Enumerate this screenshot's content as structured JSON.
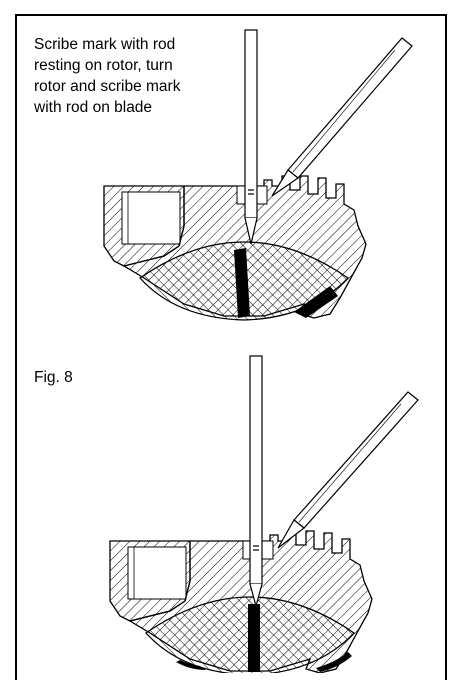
{
  "caption": {
    "line1": "Scribe mark with rod",
    "line2": "resting on rotor, turn",
    "line3": "rotor and scribe mark",
    "line4": "with rod on blade"
  },
  "figure": {
    "label": "Fig. 8"
  },
  "colors": {
    "ink": "#000000",
    "paper": "#ffffff"
  }
}
